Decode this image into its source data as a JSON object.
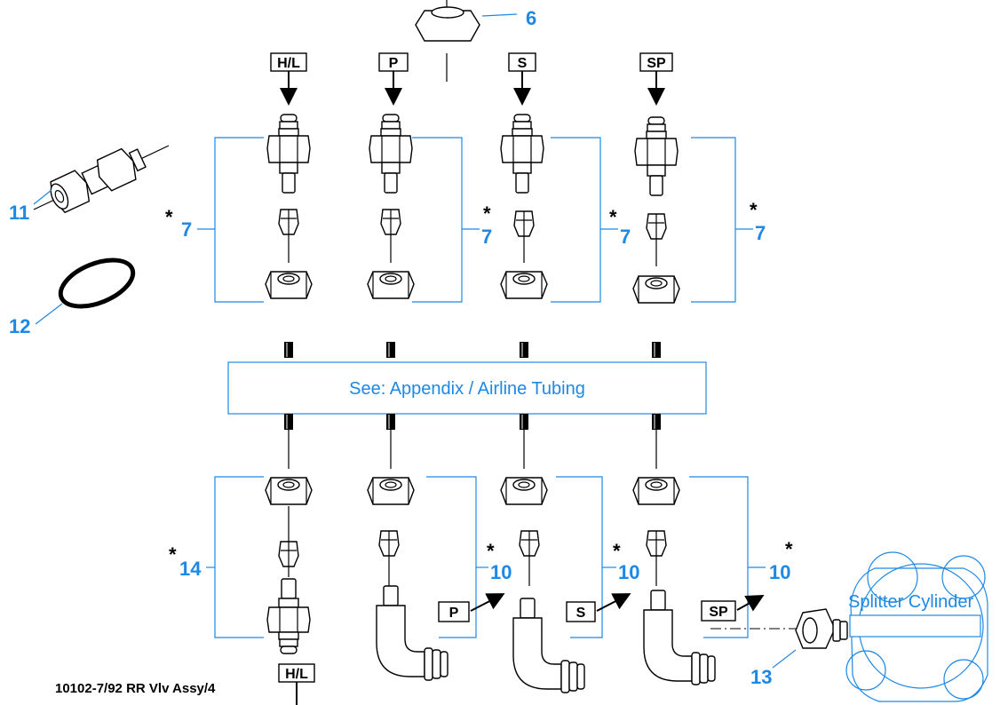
{
  "callouts": {
    "c6": "6",
    "c7a": "7",
    "c7b": "7",
    "c7c": "7",
    "c7d": "7",
    "c11": "11",
    "c12": "12",
    "c14": "14",
    "c10a": "10",
    "c10b": "10",
    "c10c": "10",
    "c13": "13"
  },
  "port_tags": {
    "top_hl": "H/L",
    "top_p": "P",
    "top_s": "S",
    "top_sp": "SP",
    "bottom_p": "P",
    "bottom_s": "S",
    "bottom_sp": "SP",
    "bottom_hl": "H/L"
  },
  "asterisk": "*",
  "note": "See: Appendix / Airline Tubing",
  "splitter_label": "Splitter Cylinder",
  "caption": "10102-7/92 RR Vlv Assy/4",
  "colors": {
    "callout_blue": "#1e88e5",
    "line_black": "#000000"
  }
}
